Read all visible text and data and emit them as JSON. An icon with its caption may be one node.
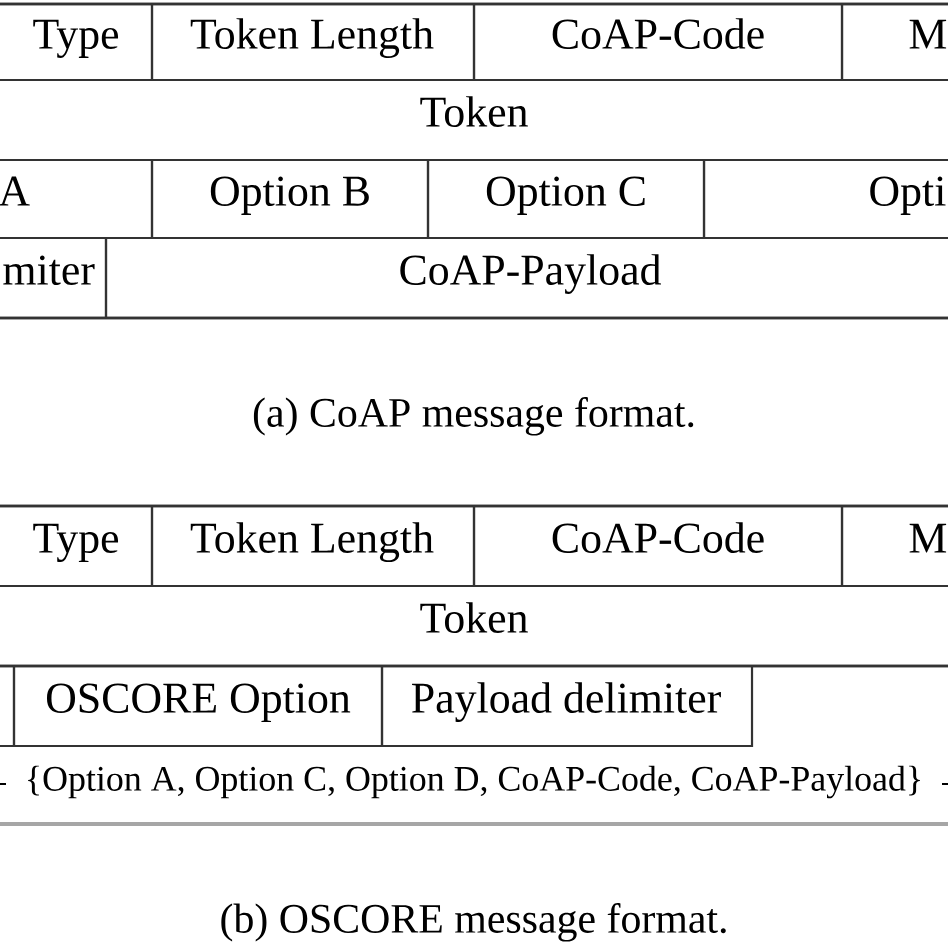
{
  "diagram": {
    "nodes": [
      {
        "text": [
          "Type"
        ]
      },
      {
        "text": [
          "Token Length"
        ]
      },
      {
        "text": [
          "CoAP-Code"
        ]
      },
      {
        "text": [
          "M"
        ]
      },
      {
        "text": [
          "Token"
        ]
      },
      {
        "text": [
          "A"
        ]
      },
      {
        "text": [
          "Option B"
        ]
      },
      {
        "text": [
          "Option C"
        ]
      },
      {
        "text": [
          "Opti"
        ]
      },
      {
        "text": [
          "miter"
        ]
      },
      {
        "text": [
          "CoAP-Payload"
        ]
      },
      {
        "text": [
          "Type"
        ]
      },
      {
        "text": [
          "Token Length"
        ]
      },
      {
        "text": [
          "CoAP-Code"
        ]
      },
      {
        "text": [
          "M"
        ]
      },
      {
        "text": [
          "Token"
        ]
      },
      {
        "text": [],
        "shape": "box"
      },
      {
        "text": [
          "OSCORE Option"
        ]
      },
      {
        "text": [
          "Payload delimiter"
        ]
      }
    ],
    "edges": [],
    "labels": [
      "(a) CoAP message format.",
      "{Option A, Option C, Option D, CoAP-Code, CoAP-Payload}",
      "(b) OSCORE message format."
    ]
  }
}
